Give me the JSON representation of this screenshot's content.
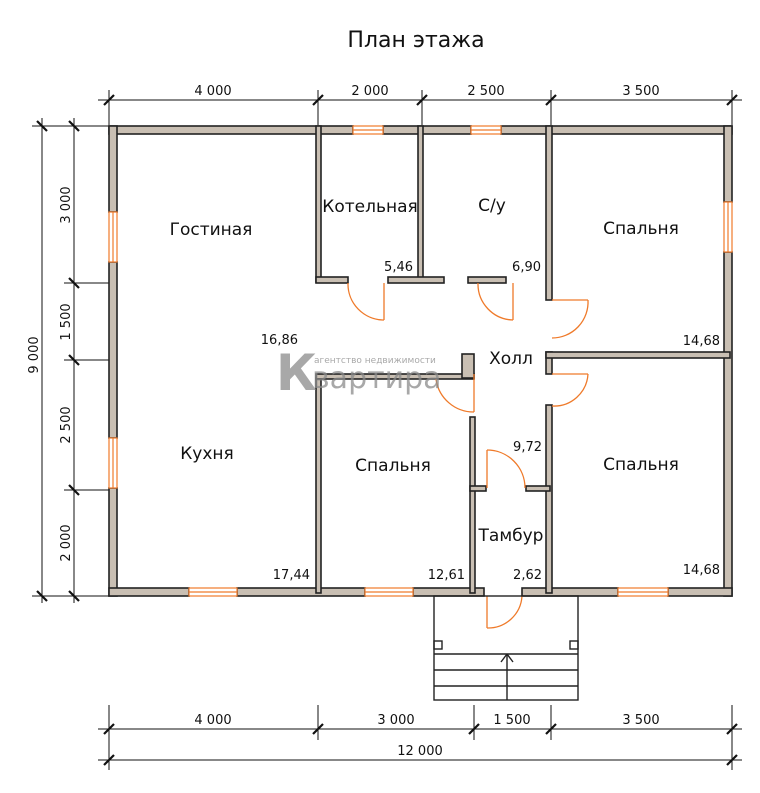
{
  "title": "План этажа",
  "dimensions": {
    "top": [
      "4 000",
      "2 000",
      "2 500",
      "3 500"
    ],
    "bottom": [
      "4 000",
      "3 000",
      "1 500",
      "3 500"
    ],
    "total_width": "12 000",
    "left_segments": [
      "3 000",
      "1 500",
      "2 500",
      "2 000"
    ],
    "total_height": "9 000"
  },
  "rooms": [
    {
      "name": "Гостиная",
      "area": "16,86"
    },
    {
      "name": "Котельная",
      "area": "5,46"
    },
    {
      "name": "С/у",
      "area": "6,90"
    },
    {
      "name": "Спальня",
      "area": "14,68"
    },
    {
      "name": "Холл",
      "area": "9,72"
    },
    {
      "name": "Кухня",
      "area": "17,44"
    },
    {
      "name": "Спальня",
      "area": "12,61"
    },
    {
      "name": "Тамбур",
      "area": "2,62"
    },
    {
      "name": "Спальня",
      "area": "14,68"
    }
  ],
  "watermark": {
    "letter": "К",
    "word": "вартира",
    "tagline": "агентство недвижимости"
  },
  "colors": {
    "wall_fill": "#c9bfb3",
    "door_swing": "#ef7a2a",
    "watermark": "#8b8b8b"
  }
}
